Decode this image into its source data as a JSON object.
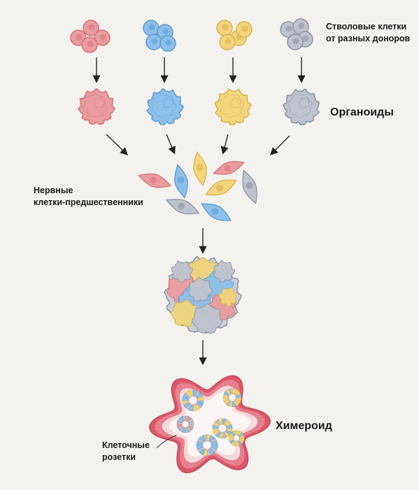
{
  "labels": {
    "stem_cells": "Стволовые клетки\nот разных доноров",
    "organoids": "Органоиды",
    "neural_progenitors": "Нервные\nклетки-предшественники",
    "chimeroid": "Химероид",
    "cell_rosettes": "Клеточные\nрозетки"
  },
  "donors": [
    {
      "name": "red-donor",
      "fill": "#ea9b9e",
      "stroke": "#d27479"
    },
    {
      "name": "blue-donor",
      "fill": "#8cc0ea",
      "stroke": "#5d9bd1"
    },
    {
      "name": "yellow-donor",
      "fill": "#f2d57c",
      "stroke": "#d8b44e"
    },
    {
      "name": "grey-donor",
      "fill": "#bfc3cd",
      "stroke": "#8f94a2"
    }
  ],
  "colors": {
    "background": "#f3f2ee",
    "arrow": "#222222",
    "chimeroid_rim": "#dc5a6a",
    "chimeroid_inner": "#f6d9dc",
    "chimeroid_lumen": "#fbf5f5"
  }
}
